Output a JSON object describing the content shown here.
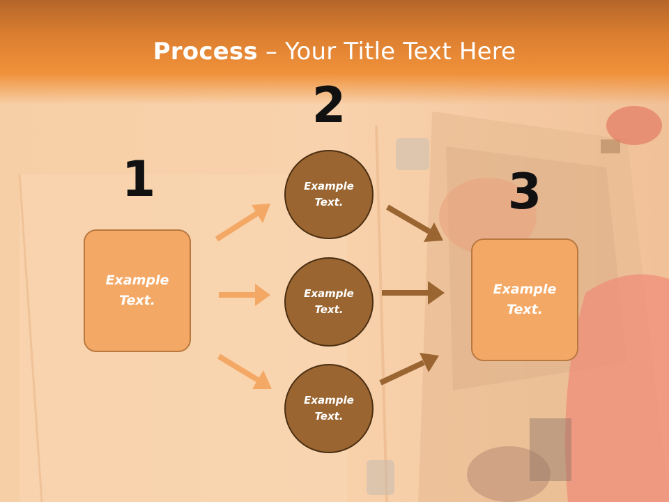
{
  "slide": {
    "title_bold": "Process",
    "title_sep": " – ",
    "title_rest": "Your Title Text Here"
  },
  "steps": {
    "n1": "1",
    "n2": "2",
    "n3": "3"
  },
  "boxes": {
    "left": "Example\nText.",
    "right": "Example\nText."
  },
  "circles": {
    "top": "Example\nText.",
    "middle": "Example\nText.",
    "bottom": "Example\nText."
  },
  "colors": {
    "header": "#f0913a",
    "box_fill": "#f4a865",
    "circle_fill": "#9a6530",
    "arrow_light": "#f4a865",
    "arrow_dark": "#9a6530"
  }
}
